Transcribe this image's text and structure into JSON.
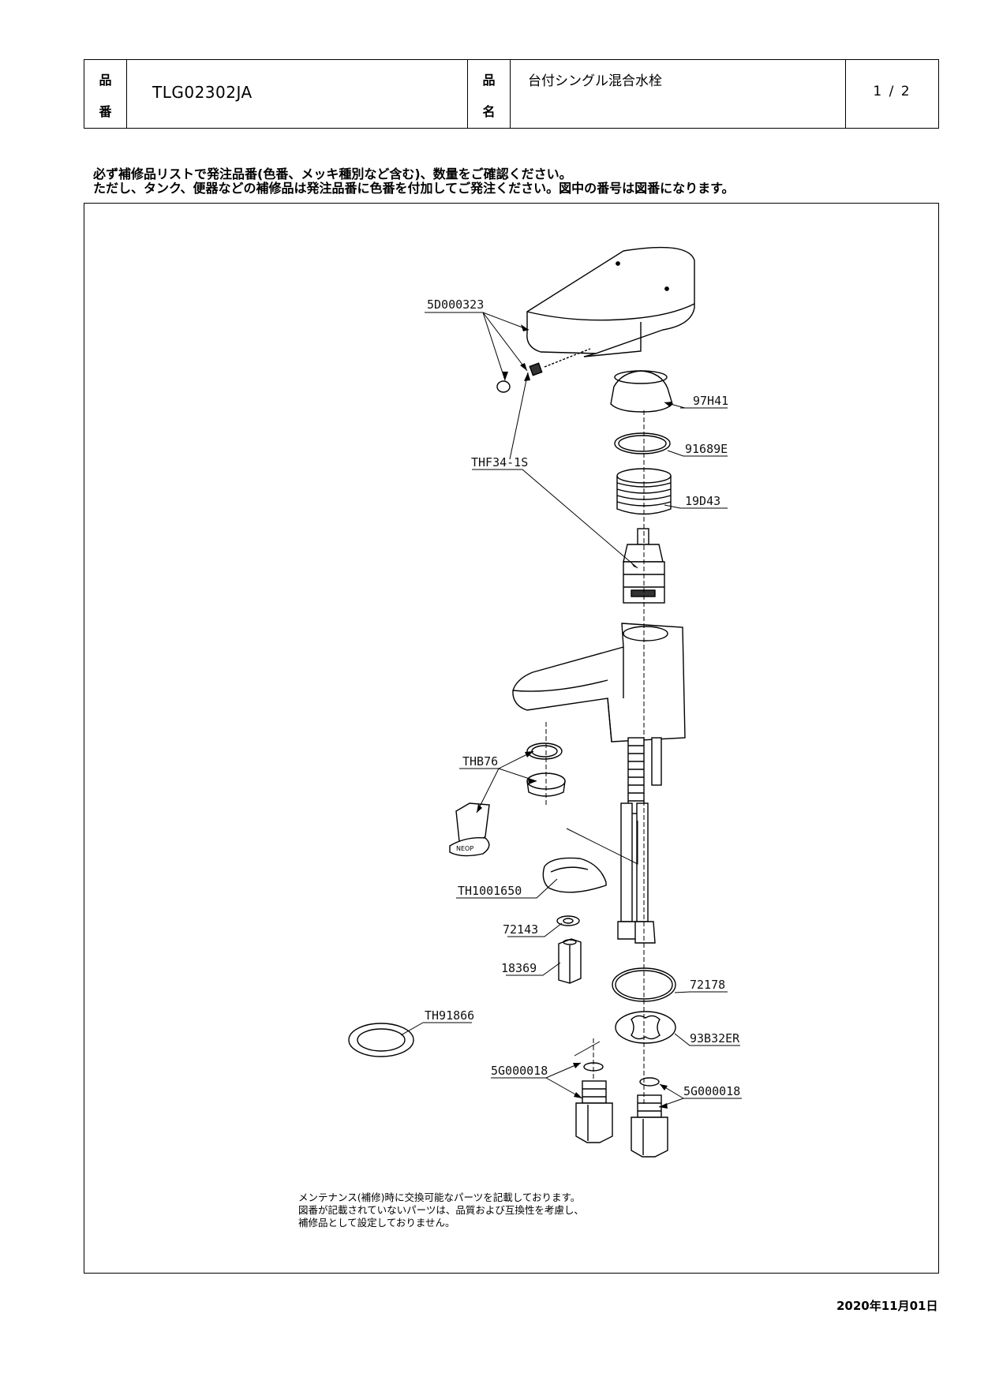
{
  "header": {
    "label_hin": "品",
    "label_ban": "番",
    "label_mei": "名",
    "part_number": "TLG02302JA",
    "product_name": "台付シングル混合水栓",
    "page": "1 / 2"
  },
  "notice": {
    "line1": "必ず補修品リストで発注品番(色番、メッキ種別など含む)、数量をご確認ください。",
    "line2": "ただし、タンク、便器などの補修品は発注品番に色番を付加してご発注ください。図中の番号は図番になります。"
  },
  "diagram": {
    "part_labels": [
      "5D000323",
      "97H41",
      "91689E",
      "THF34-1S",
      "19D43",
      "THB76",
      "TH1001650",
      "72143",
      "18369",
      "72178",
      "TH91866",
      "93B32ER",
      "5G000018",
      "5G000018"
    ],
    "badge_text": "NEOP"
  },
  "footer_note": {
    "line1": "メンテナンス(補修)時に交換可能なパーツを記載しております。",
    "line2": "図番が記載されていないパーツは、品質および互換性を考慮し、",
    "line3": "補修品として設定しておりません。"
  },
  "date": "2020年11月01日"
}
